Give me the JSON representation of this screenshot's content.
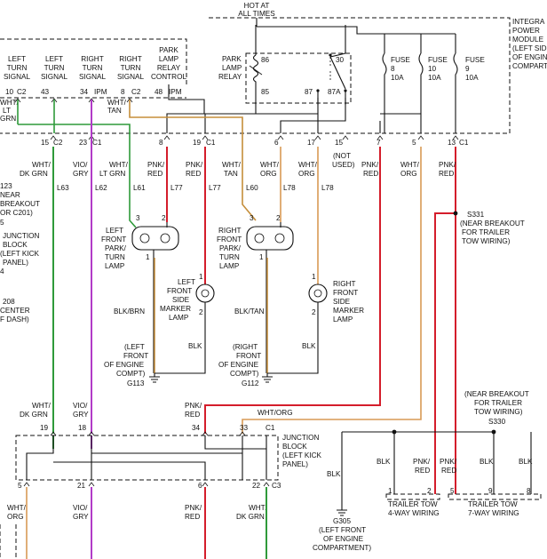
{
  "colors": {
    "dark_green": "#2f9a3a",
    "violet_gray": "#b13bc7",
    "tan": "#c58e3a",
    "pink_red": "#d41d2b",
    "white_orange": "#d99a55",
    "black": "#111111"
  },
  "top": {
    "hot_at_all_times": [
      "HOT AT",
      "ALL TIMES"
    ],
    "integrated_power_module": [
      "INTEGRA",
      "POWER",
      "MODULE",
      "(LEFT SIDE",
      "OF ENGINE",
      "COMPART"
    ]
  },
  "relay": {
    "label": [
      "PARK",
      "LAMP",
      "RELAY"
    ],
    "pins": [
      "86",
      "85",
      "30",
      "87",
      "87A"
    ]
  },
  "control_module": {
    "columns": [
      {
        "label": [
          "LEFT",
          "TURN",
          "SIGNAL"
        ],
        "pin": "10",
        "conn": "C2"
      },
      {
        "label": [
          "LEFT",
          "TURN",
          "SIGNAL"
        ],
        "pin": "43",
        "conn": ""
      },
      {
        "label": [
          "RIGHT",
          "TURN",
          "SIGNAL"
        ],
        "pin": "34",
        "conn": "IPM"
      },
      {
        "label": [
          "RIGHT",
          "TURN",
          "SIGNAL"
        ],
        "pin": "8",
        "conn": "C2"
      },
      {
        "label": [
          "PARK",
          "LAMP",
          "RELAY",
          "CONTROL"
        ],
        "pin": "48",
        "conn": "IPM"
      }
    ]
  },
  "fuses": [
    {
      "label": "FUSE",
      "num": "8",
      "amps": "10A"
    },
    {
      "label": "FUSE",
      "num": "10",
      "amps": "10A"
    },
    {
      "label": "FUSE",
      "num": "9",
      "amps": "10A"
    }
  ],
  "ipm_pins": [
    {
      "pin": "15",
      "conn": "C2"
    },
    {
      "pin": "23",
      "conn": "C1"
    },
    {
      "pin": "8",
      "conn": ""
    },
    {
      "pin": "19",
      "conn": "C1"
    },
    {
      "pin": "6",
      "conn": ""
    },
    {
      "pin": "17",
      "conn": ""
    },
    {
      "pin": "15",
      "conn": ""
    },
    {
      "pin": "7",
      "conn": ""
    },
    {
      "pin": "5",
      "conn": ""
    },
    {
      "pin": "13",
      "conn": "C1"
    }
  ],
  "wires_upper": [
    {
      "color": [
        "WHT/",
        "DK GRN"
      ],
      "circuit": "L63"
    },
    {
      "color": [
        "VIO/",
        "GRY"
      ],
      "circuit": "L62"
    },
    {
      "color": [
        "WHT/",
        "LT GRN"
      ],
      "circuit": "L61"
    },
    {
      "color": [
        "PNK/",
        "RED"
      ],
      "circuit": "L77"
    },
    {
      "color": [
        "PNK/",
        "RED"
      ],
      "circuit": "L77"
    },
    {
      "color": [
        "WHT/",
        "TAN"
      ],
      "circuit": "L60"
    },
    {
      "color": [
        "WHT/",
        "ORG"
      ],
      "circuit": "L78"
    },
    {
      "color": [
        "WHT/",
        "ORG"
      ],
      "circuit": "L78"
    },
    {
      "color": [
        "(NOT",
        "USED)"
      ],
      "circuit": ""
    },
    {
      "color": [
        "PNK/",
        "RED"
      ],
      "circuit": ""
    },
    {
      "color": [
        "WHT/",
        "ORG"
      ],
      "circuit": ""
    },
    {
      "color": [
        "PNK/",
        "RED"
      ],
      "circuit": ""
    }
  ],
  "left_edge_text": [
    "WHT/",
    "LT",
    "GRN",
    "123",
    "NEAR",
    "BREAKOUT",
    "OR C201)",
    "5",
    "JUNCTION",
    "BLOCK",
    "(LEFT KICK",
    "PANEL)",
    "4",
    "208",
    "CENTER",
    "F DASH)"
  ],
  "wht_tan_wire": [
    "WHT/",
    "TAN"
  ],
  "lamps": {
    "left_front_park_turn": [
      "LEFT",
      "FRONT",
      "PARK/",
      "TURN",
      "LAMP"
    ],
    "right_front_park_turn": [
      "RIGHT",
      "FRONT",
      "PARK/",
      "TURN",
      "LAMP"
    ],
    "left_front_side_marker": [
      "LEFT",
      "FRONT",
      "SIDE",
      "MARKER",
      "LAMP"
    ],
    "right_front_side_marker": [
      "RIGHT",
      "FRONT",
      "SIDE",
      "MARKER",
      "LAMP"
    ],
    "pin_labels": [
      "3",
      "2",
      "1",
      "1",
      "2"
    ]
  },
  "grounds": {
    "left": {
      "wire": [
        "BLK/BRN"
      ],
      "blk": "BLK",
      "location": [
        "(LEFT",
        "FRONT",
        "OF ENGINE",
        "COMPT)"
      ],
      "id": "G113"
    },
    "right": {
      "wire": [
        "BLK/TAN"
      ],
      "blk": "BLK",
      "location": [
        "(RIGHT",
        "FRONT",
        "OF ENGINE",
        "COMPT)"
      ],
      "id": "G112"
    }
  },
  "splice_s331": {
    "id": "S331",
    "desc": [
      "(NEAR BREAKOUT",
      "FOR TRAILER",
      "TOW WIRING)"
    ]
  },
  "splice_s330": {
    "id": "S330",
    "desc": [
      "(NEAR BREAKOUT",
      "FOR TRAILER",
      "TOW WIRING)"
    ]
  },
  "junction_block": {
    "label": [
      "JUNCTION",
      "BLOCK",
      "(LEFT KICK",
      "PANEL)"
    ],
    "top_pins": [
      "19",
      "18",
      "34",
      "33",
      "C1"
    ],
    "bottom_pins": [
      "5",
      "21",
      "6",
      "22",
      "C3"
    ],
    "in_wires": [
      [
        "WHT/",
        "DK GRN"
      ],
      [
        "VIO/",
        "GRY"
      ],
      [
        "PNK/",
        "RED"
      ]
    ],
    "wht_org": "WHT/ORG",
    "out_wires": [
      [
        "WHT/",
        "ORG"
      ],
      [
        "VIO/",
        "GRY"
      ],
      [
        "PNK/",
        "RED"
      ],
      [
        "WHT/",
        "DK GRN"
      ]
    ]
  },
  "trailer": {
    "ground": {
      "wire": "BLK",
      "id": "G305",
      "location": [
        "(LEFT FRONT",
        "OF ENGINE",
        "COMPARTMENT)"
      ]
    },
    "four_way": {
      "label": [
        "TRAILER TOW",
        "4-WAY WIRING"
      ],
      "pins": [
        "1",
        "2"
      ],
      "wires": [
        "BLK",
        [
          "PNK/",
          "RED"
        ]
      ]
    },
    "seven_way": {
      "label": [
        "TRAILER TOW",
        "7-WAY WIRING"
      ],
      "pins": [
        "5",
        "9",
        "8"
      ],
      "wires": [
        [
          "PNK/",
          "RED"
        ],
        "BLK",
        "BLK"
      ]
    }
  }
}
